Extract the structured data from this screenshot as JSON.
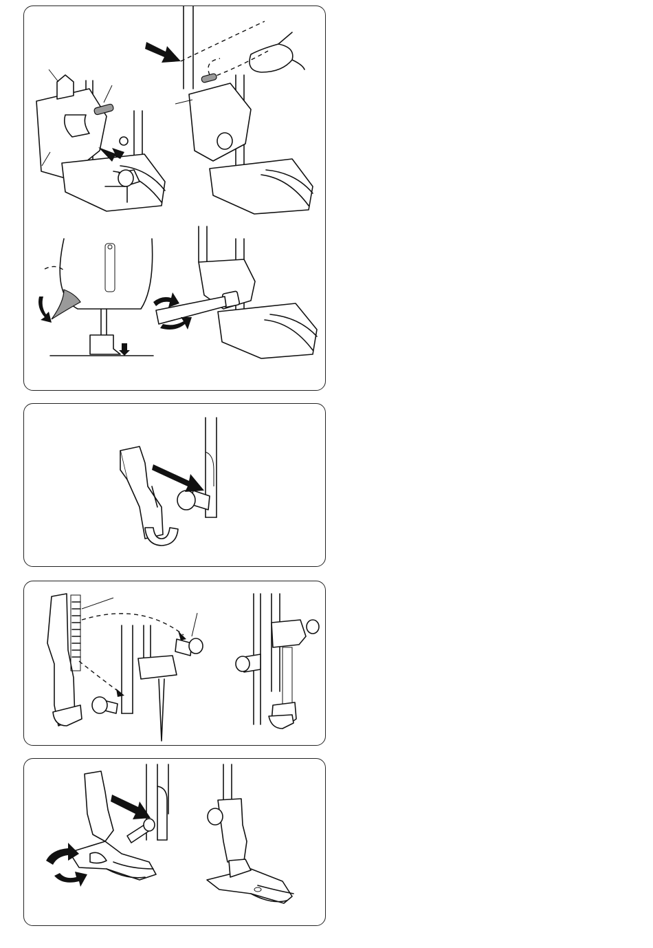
{
  "page": {
    "panels": [
      {
        "id": "panel-1",
        "figures": [
          "dual-feed-foot-attach",
          "dual-feed-foot-fork-over-screw",
          "presser-lever-lower",
          "screwdriver-tighten"
        ]
      },
      {
        "id": "panel-2",
        "figures": [
          "foot-holder-attach"
        ]
      },
      {
        "id": "panel-3",
        "figures": [
          "darning-foot-attach",
          "darning-foot-attached"
        ]
      },
      {
        "id": "panel-4",
        "figures": [
          "foot-holder-tighten",
          "foot-holder-attached"
        ]
      }
    ]
  },
  "icons": {
    "arrow": "push-arrow-icon",
    "rotate": "rotate-arrow-icon"
  },
  "colors": {
    "line": "#111111",
    "shading": "#9a9a9a",
    "border": "#222222"
  }
}
